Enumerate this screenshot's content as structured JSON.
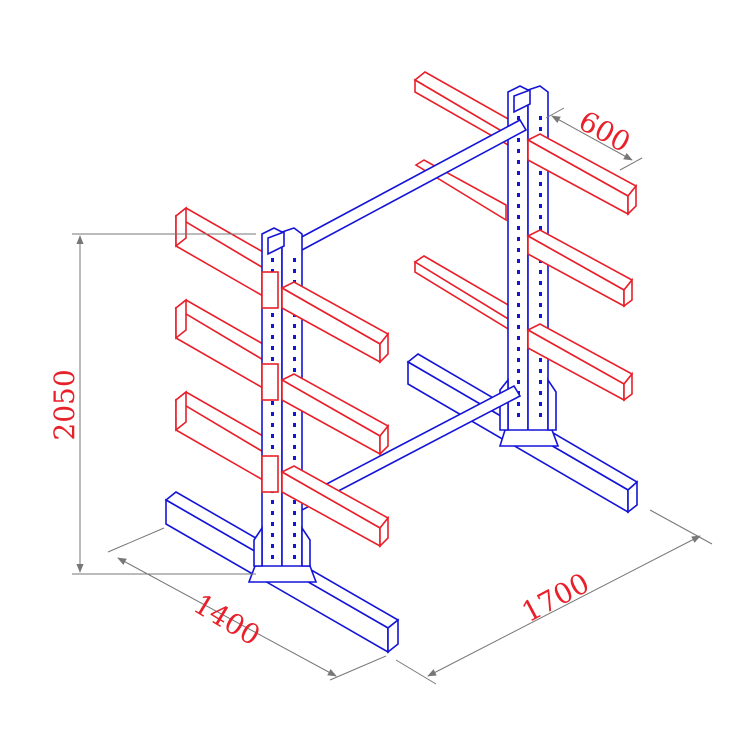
{
  "dimensions": {
    "height": "2050",
    "depth": "1400",
    "length": "1700",
    "arm_length": "600"
  },
  "colors": {
    "frame": "#1414d8",
    "arms": "#e8202a",
    "dimension_lines": "#777777",
    "dimension_text": "#e8202a"
  }
}
